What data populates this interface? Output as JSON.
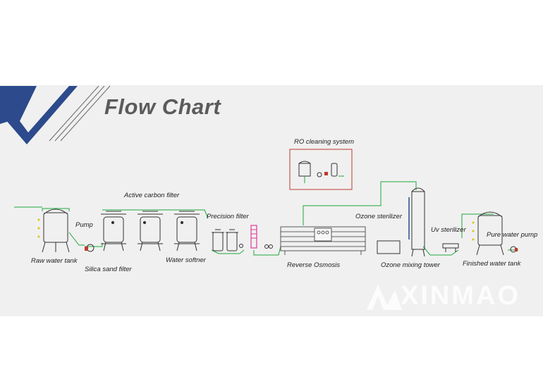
{
  "title": "Flow Chart",
  "watermark": "XINMAO",
  "colors": {
    "banner": "#f0f0f0",
    "chevron": "#2c4a8c",
    "pipe_green": "#1ea83c",
    "red_box": "#c0392b",
    "pump_magenta": "#e0399a"
  },
  "labels": {
    "raw_water_tank": "Raw water tank",
    "pump": "Pump",
    "silica_sand_filter": "Silica sand filter",
    "active_carbon_filter": "Active carbon filter",
    "water_softner": "Water softner",
    "precision_filter": "Precision filter",
    "ro_cleaning_system": "RO cleaning system",
    "reverse_osmosis": "Reverse Osmosis",
    "ozone_sterilizer": "Ozone sterilizer",
    "ozone_mixing_tower": "Ozone mixing tower",
    "uv_sterilizer": "Uv sterilizer",
    "pure_water_pump": "Pure water pump",
    "finished_water_tank": "Finished water tank"
  }
}
